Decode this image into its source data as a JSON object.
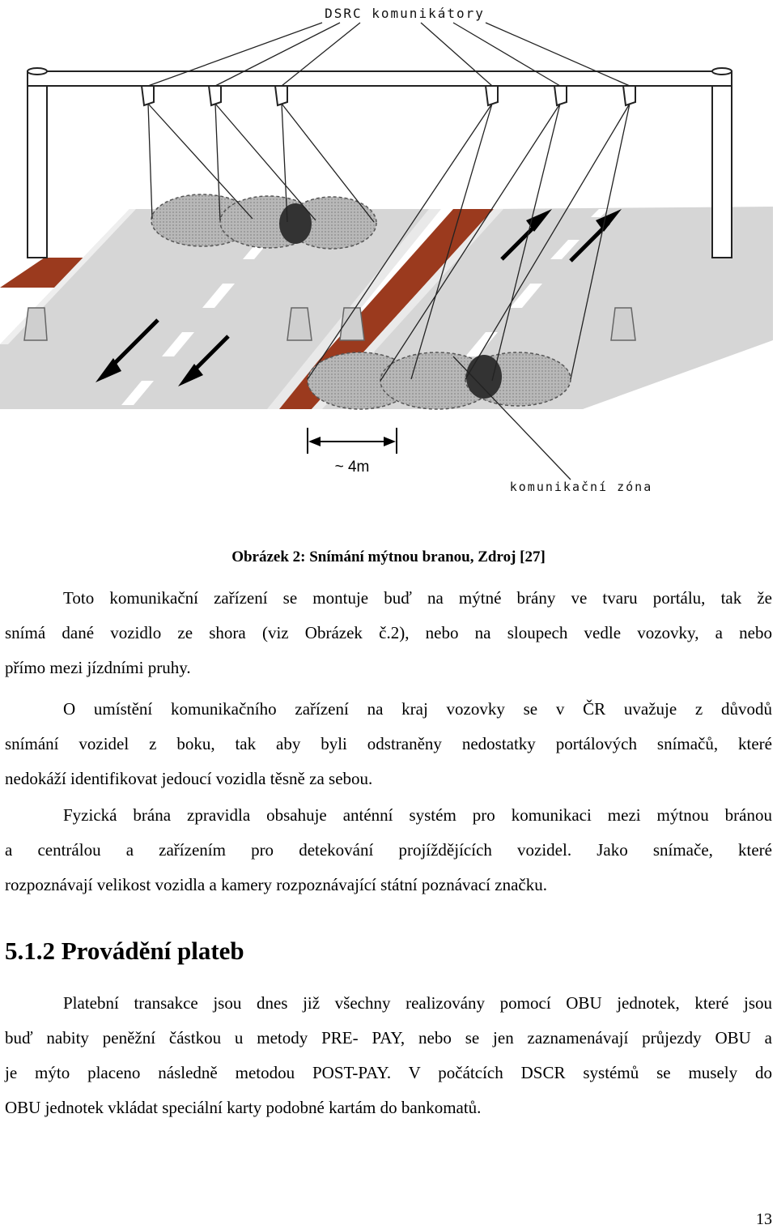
{
  "figure": {
    "top_label": "DSRC komunikátory",
    "distance_label": "~ 4m",
    "zone_label": "komunikační zóna"
  },
  "caption": "Obrázek 2: Snímání mýtnou branou, Zdroj [27]",
  "paragraphs": [
    {
      "lines": [
        "Toto komunikační zařízení se montuje buď na mýtné brány ve tvaru portálu, tak že",
        "snímá dané vozidlo ze shora (viz Obrázek č.2), nebo na sloupech vedle vozovky, a nebo",
        "přímo mezi jízdními pruhy."
      ]
    },
    {
      "lines": [
        "O umístění komunikačního zařízení na kraj vozovky se v ČR uvažuje z důvodů",
        "snímání vozidel z boku, tak aby byli odstraněny nedostatky portálových snímačů, které",
        "nedokáží identifikovat jedoucí vozidla těsně za sebou."
      ]
    },
    {
      "lines": [
        "Fyzická brána zpravidla obsahuje anténní systém pro komunikaci mezi mýtnou bránou",
        "a centrálou a zařízením pro detekování projíždějících vozidel. Jako snímače, které",
        "rozpoznávají velikost vozidla a kamery rozpoznávající  státní poznávací značku."
      ]
    }
  ],
  "section_heading": "5.1.2 Provádění plateb",
  "paragraph_after_heading": {
    "lines": [
      "Platební transakce jsou dnes již všechny realizovány pomocí OBU jednotek, které jsou",
      "buď nabity peněžní částkou u metody PRE- PAY, nebo se jen zaznamenávají průjezdy OBU a",
      "je mýto placeno následně metodou POST-PAY. V počátcích DSCR systémů se musely do",
      "OBU jednotek vkládat speciální karty podobné kartám do bankomatů."
    ]
  },
  "page_number": "13"
}
